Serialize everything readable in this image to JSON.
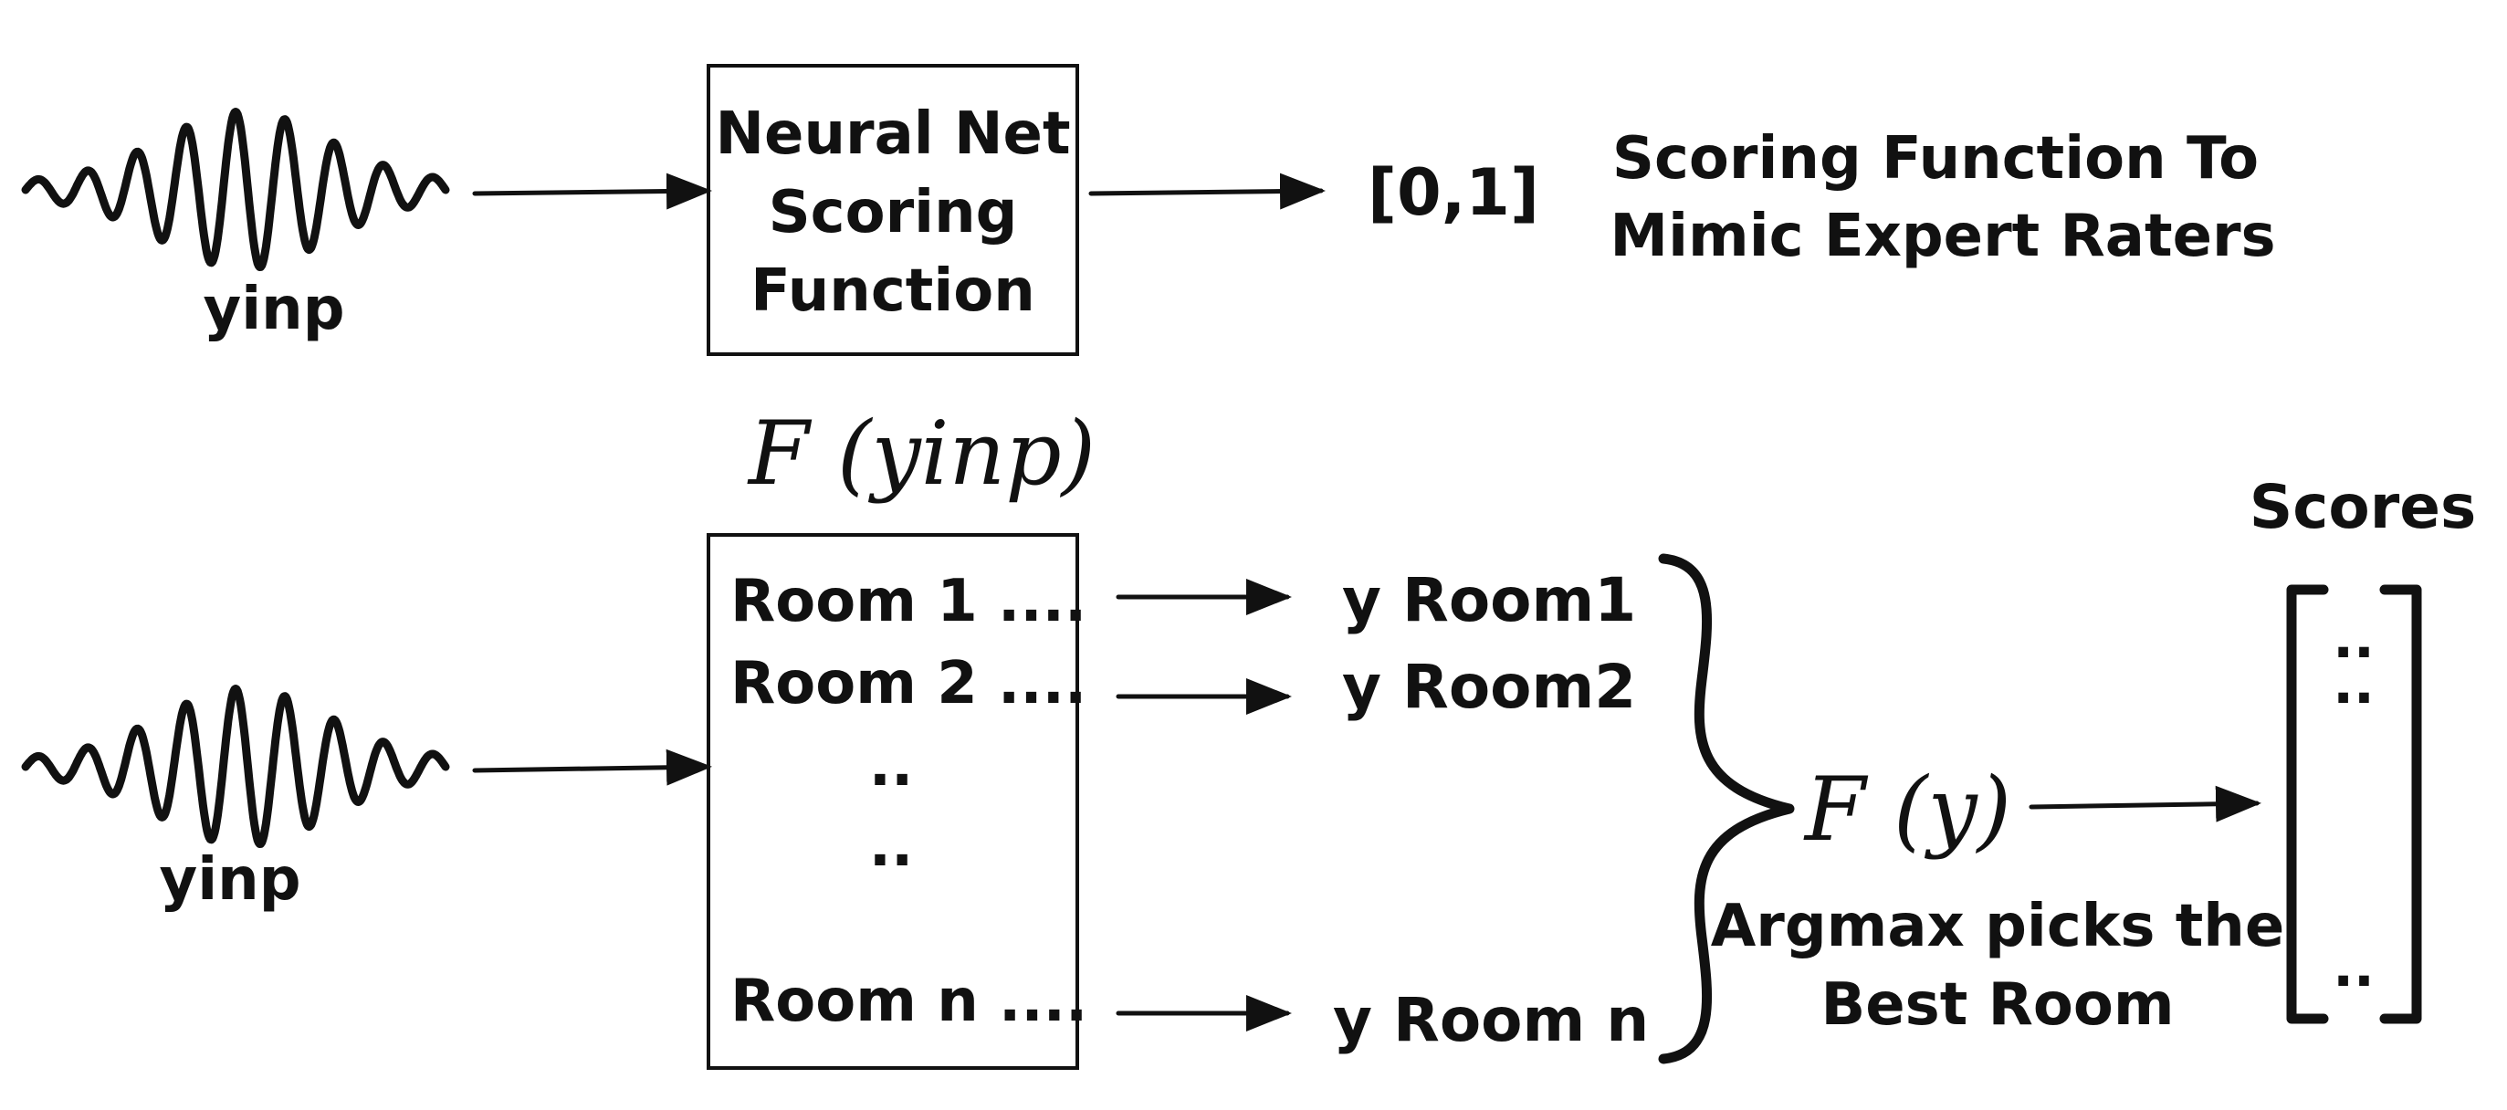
{
  "top": {
    "input_label": "yinp",
    "box_lines": [
      "Neural Net",
      "Scoring",
      "Function"
    ],
    "output": "[0,1]",
    "caption_lines": [
      "Scoring Function To",
      "Mimic Expert Raters"
    ],
    "function_label": "F (yinp)"
  },
  "bottom": {
    "input_label": "yinp",
    "rooms": [
      "Room 1 ....",
      "Room 2 ....",
      "Room n ...."
    ],
    "box_dots": [
      "..",
      ".."
    ],
    "outputs": [
      "y Room1",
      "y Room2",
      "y Room n"
    ],
    "function_label": "F (y)",
    "argmax_lines": [
      "Argmax picks the",
      "Best Room"
    ],
    "scores_title": "Scores",
    "score_dots": [
      "..",
      "..",
      ".."
    ]
  },
  "icons": {
    "waveform": "waveform-icon",
    "arrow": "arrow-right-icon",
    "brace": "right-curly-brace",
    "bracket": "square-bracket"
  }
}
